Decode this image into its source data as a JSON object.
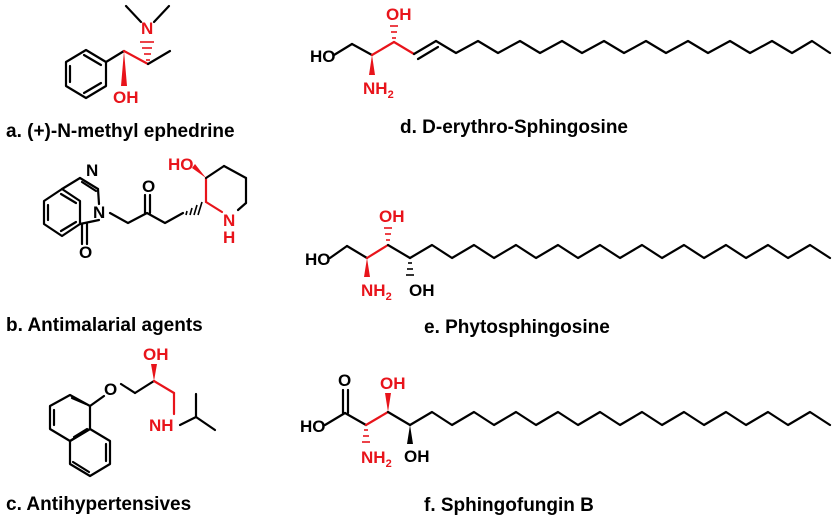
{
  "colors": {
    "highlight": "#e8141b",
    "bond": "#000000",
    "background": "#ffffff"
  },
  "captions": {
    "a": "a. (+)-N-methyl ephedrine",
    "b": "b. Antimalarial agents",
    "c": "c. Antihypertensives",
    "d": "d. D-erythro-Sphingosine",
    "e": "e. Phytosphingosine",
    "f": "f. Sphingofungin B"
  },
  "atoms": {
    "n": "N",
    "oh": "OH",
    "ho": "HO",
    "o": "O",
    "nh": "NH",
    "nh2": "NH",
    "sub2": "2",
    "h": "H"
  }
}
